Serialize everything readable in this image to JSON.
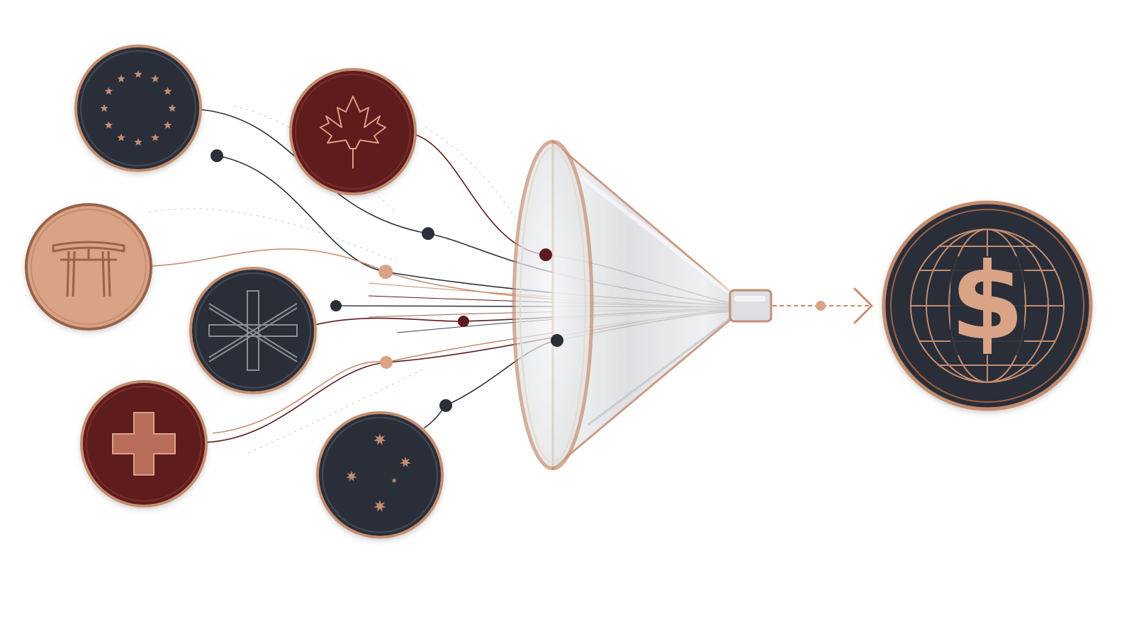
{
  "colors": {
    "background": "#ffffff",
    "navy": "#2a2f38",
    "burgundy": "#5e1a1d",
    "copper": "#c48d6f",
    "copper_dark": "#9a6247",
    "copper_fill": "#d9a386",
    "ink": "#3a3f47",
    "funnel_glass": "#e8e9eb"
  },
  "inputs": [
    {
      "id": "eur",
      "symbol": "eu-stars-icon",
      "theme": "navy"
    },
    {
      "id": "cad",
      "symbol": "maple-leaf-icon",
      "theme": "burgundy"
    },
    {
      "id": "jpy",
      "symbol": "torii-gate-icon",
      "theme": "copper"
    },
    {
      "id": "gbp",
      "symbol": "union-jack-icon",
      "theme": "navy"
    },
    {
      "id": "chf",
      "symbol": "swiss-cross-icon",
      "theme": "burgundy"
    },
    {
      "id": "aud",
      "symbol": "southern-cross-icon",
      "theme": "navy"
    }
  ],
  "funnel": {
    "symbol": "funnel-icon"
  },
  "output": {
    "symbol": "globe-dollar-icon",
    "text": "$",
    "theme": "navy"
  }
}
